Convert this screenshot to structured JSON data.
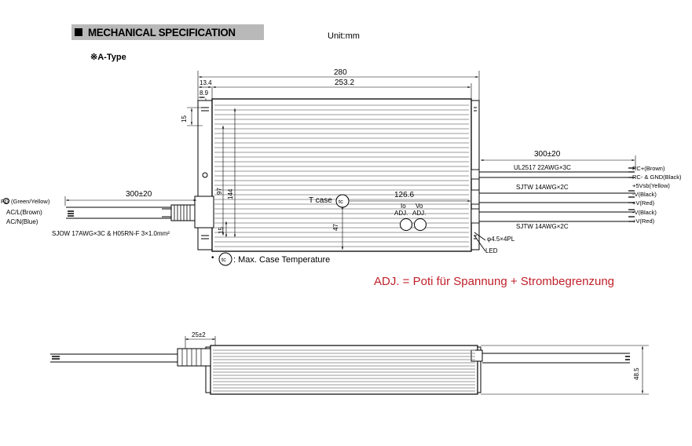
{
  "header": {
    "title": "MECHANICAL SPECIFICATION",
    "unit": "Unit:mm"
  },
  "variant": "※A-Type",
  "dimensions": {
    "overall_length": "280",
    "body_length": "253.2",
    "end_offset": "13.4",
    "slot_offset": "8.9",
    "top_offset": "15",
    "height_total": "144",
    "height_inner": "97",
    "bottom_offset": "15",
    "tcase_height": "47",
    "tcase_distance": "126.6",
    "input_cable_length": "300±20",
    "output_cable_length": "300±20",
    "side_offset": "25±2",
    "side_height": "48.5"
  },
  "input": {
    "fg": "FG",
    "fg_color": "(Green/Yellow)",
    "acl": "AC/L(Brown)",
    "acn": "AC/N(Blue)",
    "cable": "SJOW 17AWG×3C & H05RN-F 3×1.0mm²"
  },
  "outputs": {
    "signal_cable": "UL2517 22AWG×3C",
    "signal_1": "RC+(Brown)",
    "signal_2": "RC- & GND(Black)",
    "signal_3": "+5Vsb(Yellow)",
    "power_cable_1": "SJTW 14AWG×2C",
    "power_1_neg": "-V(Black)",
    "power_1_pos": "+V(Red)",
    "power_cable_2": "SJTW 14AWG×2C",
    "power_2_neg": "-V(Black)",
    "power_2_pos": "+V(Red)"
  },
  "labels": {
    "tcase": "T case",
    "tc_symbol": "tc",
    "io": "Io",
    "vo": "Vo",
    "adj_io": "ADJ.",
    "adj_vo": "ADJ.",
    "mounting_hole": "φ4.5×4PL",
    "led": "LED",
    "max_case_temp": ": Max. Case Temperature",
    "bullet": "•"
  },
  "note": "ADJ. = Poti für Spannung + Strombegrenzung",
  "colors": {
    "header_bg": "#b9b9b9",
    "note_red": "#c0202a"
  }
}
